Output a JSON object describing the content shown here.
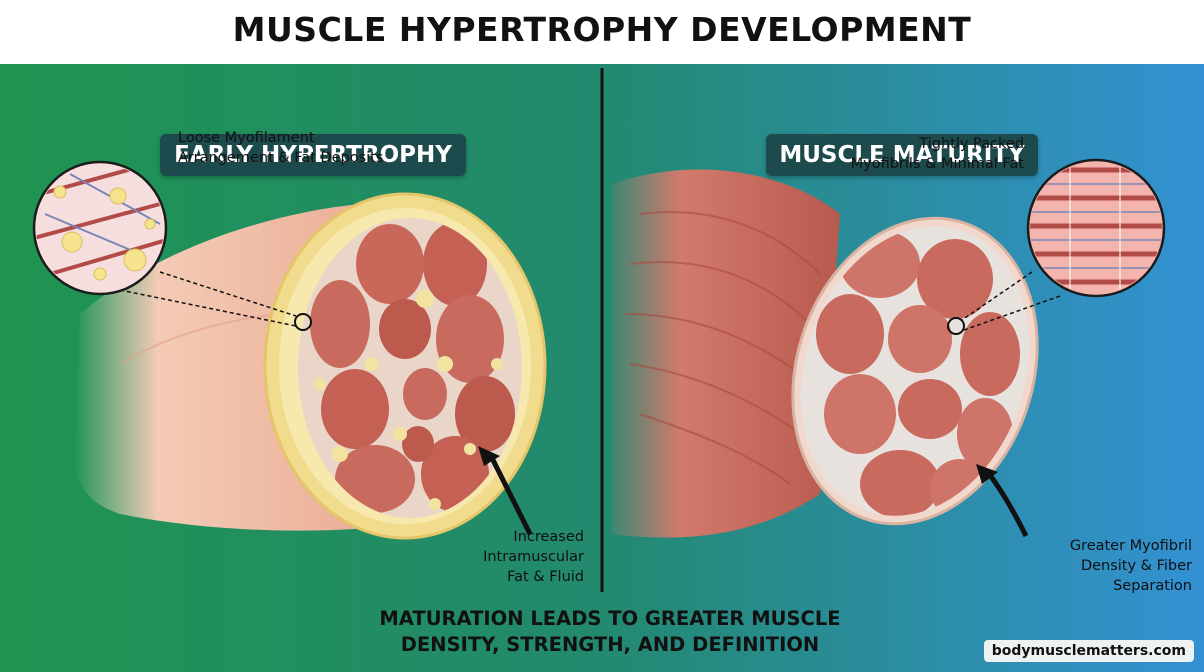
{
  "title": "MUSCLE HYPERTROPHY DEVELOPMENT",
  "left_panel": {
    "heading": "EARLY HYPERTROPHY",
    "callout_top": [
      "Loose Myofilament",
      "Arrangement & Fat Deposits"
    ],
    "callout_bottom": [
      "Increased",
      "Intramuscular",
      "Fat & Fluid"
    ]
  },
  "right_panel": {
    "heading": "MUSCLE MATURITY",
    "callout_top": [
      "Tightly Packed",
      "Myofibrils & Minimal Fat"
    ],
    "callout_bottom": [
      "Greater Myofibril",
      "Density & Fiber",
      "Separation"
    ]
  },
  "footer": {
    "line1": "MATURATION LEADS TO GREATER MUSCLE",
    "line2": "DENSITY, STRENGTH, AND DEFINITION"
  },
  "website": "bodymusclematters.com",
  "colors": {
    "bg_left": "#1f9450",
    "bg_right": "#2f8fd0",
    "banner": "#1d4a4c",
    "muscle": "#c96a5e",
    "fat": "#f3e3a0",
    "skin": "#f3c4ae"
  }
}
